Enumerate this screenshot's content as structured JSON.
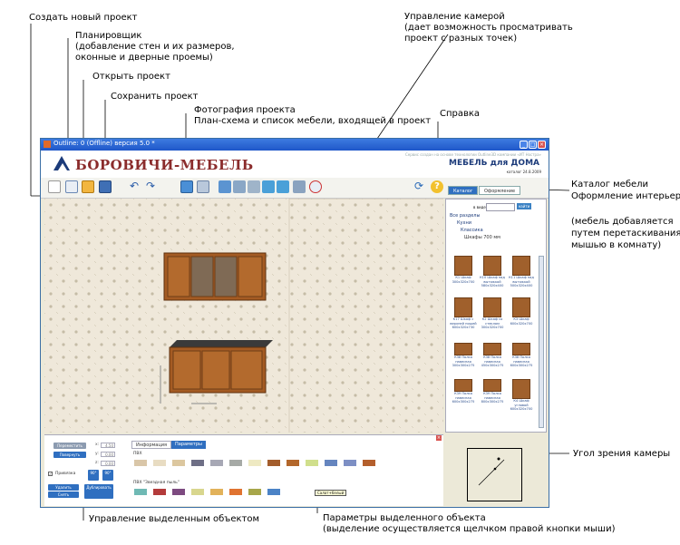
{
  "annotations": {
    "new_project": "Создать новый проект",
    "planner_1": "Планировщик",
    "planner_2": "(добавление стен и их размеров,",
    "planner_3": "оконные и дверные проемы)",
    "open_project": "Открыть проект",
    "save_project": "Сохранить проект",
    "photo_1": "Фотография проекта",
    "photo_2": "План-схема и список мебели, входящей в проект",
    "camera_1": "Управление камерой",
    "camera_2": "(дает возможность просматривать",
    "camera_3": "проект с разных точек)",
    "help": "Справка",
    "catalog_1": "Каталог мебели",
    "catalog_2": "Оформление интерьера",
    "catalog_3": "(мебель добавляется",
    "catalog_4": "путем перетаскивания",
    "catalog_5": "мышью в комнату)",
    "camera_angle": "Угол зрения камеры",
    "selected_control": "Управление выделенным объектом",
    "selected_params_1": "Параметры выделенного объекта",
    "selected_params_2": "(выделение осуществляется щелчком правой кнопки мыши)"
  },
  "window": {
    "title": "Outline: 0 (Offline) версия 5.0 *",
    "brand": "БОРОВИЧИ-МЕБЕЛЬ",
    "slogan": "Сервис создан на основе технологии Outline3D компании «ИТ Ностра»",
    "mebel": "МЕБЕЛЬ для ДОМА",
    "mebel_date": "каталог 24.8.2009"
  },
  "catalog": {
    "tab_catalog": "Каталог",
    "tab_decor": "Оформление",
    "search_label": "в виде:",
    "search_button": "найти",
    "tree": [
      "Все разделы",
      "Кухни",
      "Классика",
      "Шкафы 700 мм"
    ],
    "items": [
      {
        "cap": "К1 Шкаф 300х320х700"
      },
      {
        "cap": "К10 Шкаф над вытяжкой 580х320х400"
      },
      {
        "cap": "К11 Шкаф над вытяжкой 500х320х400"
      },
      {
        "cap": "К17 Шкаф с верхней нишей 600х320х730"
      },
      {
        "cap": "К2 Шкаф со стеклом 300х320х700"
      },
      {
        "cap": "К3 Шкаф 600х320х700"
      },
      {
        "cap": "К38 Полка навесная 300х300х275"
      },
      {
        "cap": "К38 Полка навесная 450х300х275"
      },
      {
        "cap": "К38 Полка навесная 600х300х275"
      },
      {
        "cap": "К39 Полка навесная 600х300х275"
      },
      {
        "cap": "К39 Полка навесная 800х300х275"
      },
      {
        "cap": "К4 Шкаф угловой 600х320х700"
      }
    ]
  },
  "bottom": {
    "move_button": "Переместить",
    "rotate_button": "Повернуть",
    "x_label": "x:",
    "y_label": "y:",
    "z_label": "z:",
    "x_val": "4.50",
    "y_val": "0.00",
    "z_val": "0.00",
    "snap_label": "Привязка",
    "delete_button": "Удалить",
    "deselect_button": "Снять выделение",
    "duplicate_button": "Дублировать",
    "rot_left": "90°",
    "rot_right": "90°",
    "tab_info": "Информация",
    "tab_params": "Параметры",
    "group1": "ПВХ",
    "group2": "ПВХ \"Звездная пыль\"",
    "tooltip": "Салат+белый"
  },
  "colors": {
    "swatches_row1": [
      "#d9c6a8",
      "#e8dcc2",
      "#dcc79f",
      "#6e6f86",
      "#a7a8b5",
      "#a6aaa6",
      "#eee9c2",
      "#a35d2c",
      "#b3672b",
      "#d0df8c",
      "#6585bf",
      "#7d8fc4",
      "#b45f2c"
    ],
    "swatches_row2": [
      "#6fb9b4",
      "#b33b3b",
      "#7d4a80",
      "#d8d68e",
      "#e2b25a",
      "#e07330",
      "#a7a64a",
      "#4b83c6"
    ]
  }
}
